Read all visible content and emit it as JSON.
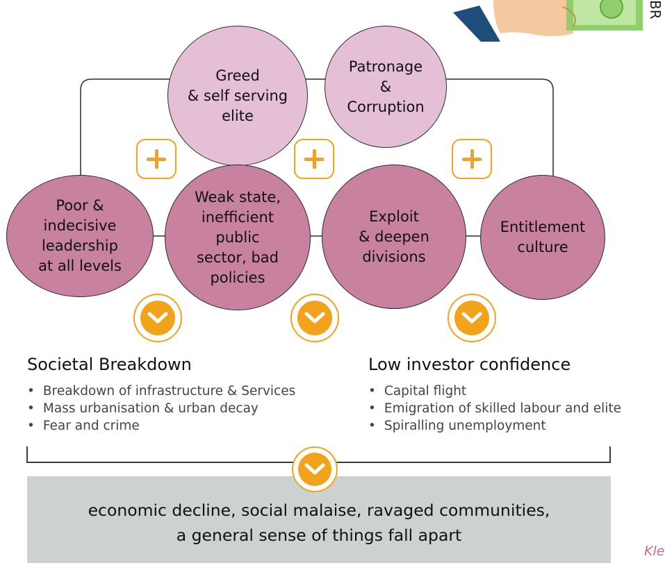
{
  "top_circles": [
    {
      "text": "Greed\n& self serving\nelite"
    },
    {
      "text": "Patronage\n&\nCorruption"
    }
  ],
  "bottom_circles": [
    {
      "text": "Poor &\nindecisive\nleadership\nat all levels"
    },
    {
      "text": "Weak state,\ninefficient\npublic\nsector, bad\npolicies"
    },
    {
      "text": "Exploit\n& deepen\ndivisions"
    },
    {
      "text": "Entitlement\nculture"
    }
  ],
  "societal": {
    "heading": "Societal Breakdown",
    "items": [
      "Breakdown of infrastructure & Services",
      "Mass urbanisation & urban decay",
      "Fear and crime"
    ]
  },
  "investor": {
    "heading": "Low investor confidence",
    "items": [
      "Capital flight",
      "Emigration of skilled labour and elite",
      "Spiralling unemployment"
    ]
  },
  "result": {
    "text": "economic decline, social malaise, ravaged communities,\na general sense of things fall apart"
  },
  "partial_text": {
    "vertical": "BR",
    "bottom_right": "Kle"
  },
  "colors": {
    "light_circle": "#e4bfd6",
    "dark_circle": "#c8819f",
    "accent_orange": "#f2a31c",
    "result_box": "#ccd2cf"
  }
}
